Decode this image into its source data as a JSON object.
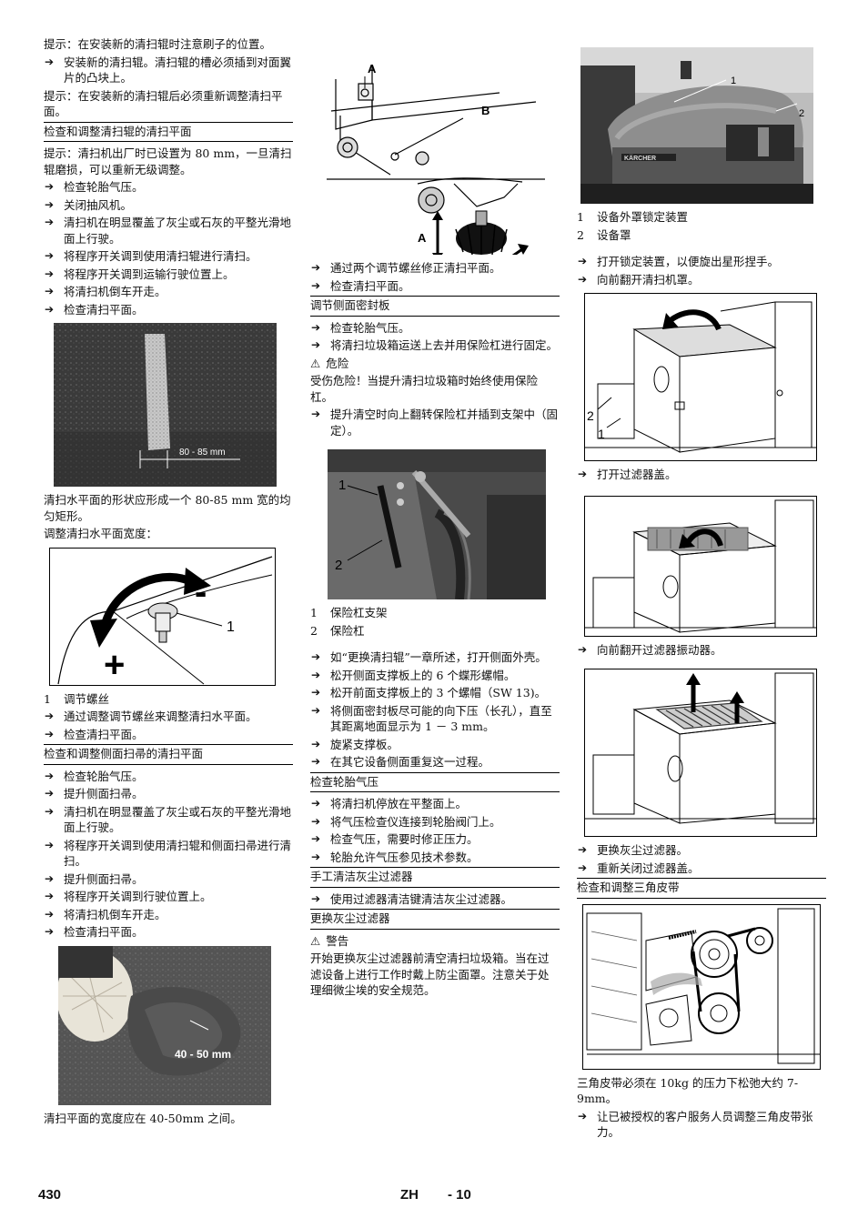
{
  "col1": {
    "note1": "提示：在安装新的清扫辊时注意刷子的位置。",
    "b1": "安装新的清扫辊。清扫辊的槽必须插到对面翼片的凸块上。",
    "note2": "提示：在安装新的清扫辊后必须重新调整清扫平面。",
    "h1": "检查和调整清扫辊的清扫平面",
    "note3": "提示：清扫机出厂时已设置为 80 mm，一旦清扫辊磨损，可以重新无级调整。",
    "list1": [
      "检查轮胎气压。",
      "关闭抽风机。",
      "清扫机在明显覆盖了灰尘或石灰的平整光滑地面上行驶。",
      "将程序开关调到使用清扫辊进行清扫。",
      "将程序开关调到运输行驶位置上。",
      "将清扫机倒车开走。",
      "检查清扫平面。"
    ],
    "fig1_label": "80 - 85 mm",
    "p1": "清扫水平面的形状应形成一个 80-85 mm 宽的均匀矩形。",
    "p2": "调整清扫水平面宽度：",
    "fig2_minus": "-",
    "fig2_plus": "+",
    "fig2_num": "1",
    "legend1": [
      {
        "n": "1",
        "t": "调节螺丝"
      }
    ],
    "list2": [
      "通过调整调节螺丝来调整清扫水平面。",
      "检查清扫平面。"
    ],
    "h2": "检查和调整侧面扫帚的清扫平面",
    "list3": [
      "检查轮胎气压。",
      "提升侧面扫帚。",
      "清扫机在明显覆盖了灰尘或石灰的平整光滑地面上行驶。",
      "将程序开关调到使用清扫辊和侧面扫帚进行清扫。",
      "提升侧面扫帚。",
      "将程序开关调到行驶位置上。",
      "将清扫机倒车开走。",
      "检查清扫平面。"
    ],
    "fig3_label": "40 - 50 mm",
    "p3": "清扫平面的宽度应在 40-50mm 之间。"
  },
  "col2": {
    "fig_a": "A",
    "fig_b": "B",
    "list1": [
      "通过两个调节螺丝修正清扫平面。",
      "检查清扫平面。"
    ],
    "h1": "调节侧面密封板",
    "list2": [
      "检查轮胎气压。",
      "将清扫垃圾箱运送上去并用保险杠进行固定。"
    ],
    "danger_title": "危险",
    "danger_text": "受伤危险！当提升清扫垃圾箱时始终使用保险杠。",
    "list3": [
      "提升清空时向上翻转保险杠并插到支架中（固定）。"
    ],
    "fig2_n1": "1",
    "fig2_n2": "2",
    "legend": [
      {
        "n": "1",
        "t": "保险杠支架"
      },
      {
        "n": "2",
        "t": "保险杠"
      }
    ],
    "list4": [
      "如“更换清扫辊”一章所述，打开侧面外壳。",
      "松开侧面支撑板上的 6 个蝶形螺帽。",
      "松开前面支撑板上的 3 个螺帽（SW 13)。",
      "将侧面密封板尽可能的向下压（长孔），直至其距离地面显示为 1 － 3 mm。",
      "旋紧支撑板。",
      "在其它设备侧面重复这一过程。"
    ],
    "h2": "检查轮胎气压",
    "list5": [
      "将清扫机停放在平整面上。",
      "将气压检查仪连接到轮胎阀门上。",
      "检查气压，需要时修正压力。",
      "轮胎允许气压参见技术参数。"
    ],
    "h3": "手工清洁灰尘过滤器",
    "list6": [
      "使用过滤器清洁键清洁灰尘过滤器。"
    ],
    "h4": "更换灰尘过滤器",
    "warn_title": "警告",
    "warn_text": "开始更换灰尘过滤器前清空清扫垃圾箱。当在过滤设备上进行工作时戴上防尘面罩。注意关于处理细微尘埃的安全规范。"
  },
  "col3": {
    "fig1_n1": "1",
    "fig1_n2": "2",
    "fig1_brand": "KÄRCHER",
    "legend": [
      {
        "n": "1",
        "t": "设备外罩锁定装置"
      },
      {
        "n": "2",
        "t": "设备罩"
      }
    ],
    "list1": [
      "打开锁定装置，以便旋出星形捏手。",
      "向前翻开清扫机罩。"
    ],
    "fig2_n1": "1",
    "fig2_n2": "2",
    "list2": [
      "打开过滤器盖。"
    ],
    "list3": [
      "向前翻开过滤器振动器。"
    ],
    "list4": [
      "更换灰尘过滤器。",
      "重新关闭过滤器盖。"
    ],
    "h1": "检查和调整三角皮带",
    "p1": "三角皮带必须在 10kg 的压力下松弛大约 7-9mm。",
    "list5": [
      "让已被授权的客户服务人员调整三角皮带张力。"
    ]
  },
  "footer": {
    "page": "430",
    "lang": "ZH",
    "num": "- 10"
  }
}
